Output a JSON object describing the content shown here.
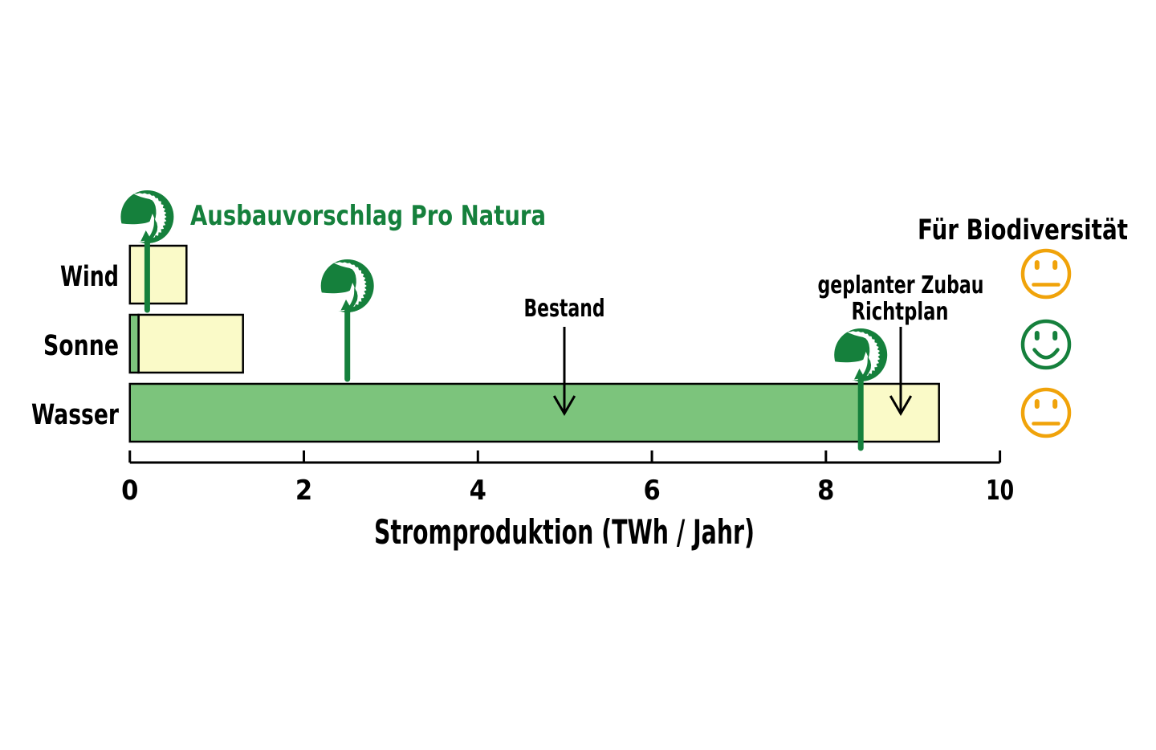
{
  "colors": {
    "background": "#ffffff",
    "pro_natura_green": "#15803c",
    "bestand_green": "#7cc47c",
    "zubau_yellow": "#fafac8",
    "smiley_orange": "#f0a30a",
    "smiley_green": "#15803c",
    "text_black": "#000000"
  },
  "legend": {
    "proposal_label": "Ausbauvorschlag Pro Natura",
    "icon": "pro-natura-ibex"
  },
  "biodiversity": {
    "title": "Für Biodiversität",
    "ratings": [
      {
        "category": "Wind",
        "face": "neutral",
        "color": "#f0a30a"
      },
      {
        "category": "Sonne",
        "face": "happy",
        "color": "#15803c"
      },
      {
        "category": "Wasser",
        "face": "neutral",
        "color": "#f0a30a"
      }
    ]
  },
  "annotations": {
    "bestand": {
      "text": "Bestand",
      "x": 5.0,
      "row": "Wasser"
    },
    "richtplan": {
      "line1": "geplanter Zubau",
      "line2": "Richtplan",
      "x": 8.9,
      "row": "Wasser"
    }
  },
  "chart_data": {
    "type": "bar",
    "orientation": "horizontal",
    "title": "",
    "xlabel": "Stromproduktion (TWh / Jahr)",
    "ylabel": "",
    "xlim": [
      0,
      10
    ],
    "xticks": [
      0,
      2,
      4,
      6,
      8,
      10
    ],
    "grid": false,
    "categories": [
      "Wind",
      "Sonne",
      "Wasser"
    ],
    "series": [
      {
        "name": "Bestand",
        "color": "#7cc47c",
        "values": [
          0.0,
          0.1,
          8.4
        ]
      },
      {
        "name": "geplanter Zubau Richtplan",
        "color": "#fafac8",
        "values": [
          0.65,
          1.2,
          0.9
        ]
      }
    ],
    "bar_totals": [
      0.65,
      1.3,
      9.3
    ],
    "markers": {
      "name": "Ausbauvorschlag Pro Natura",
      "symbol": "pro-natura-ibex-arrow",
      "color": "#15803c",
      "values": [
        0.2,
        2.5,
        8.4
      ]
    },
    "annotations": [
      {
        "text": "Bestand",
        "x": 5.0,
        "category": "Wasser"
      },
      {
        "text": "geplanter Zubau Richtplan",
        "x": 8.9,
        "category": "Wasser"
      }
    ],
    "right_column": {
      "title": "Für Biodiversität",
      "ratings": [
        "neutral",
        "happy",
        "neutral"
      ]
    }
  }
}
